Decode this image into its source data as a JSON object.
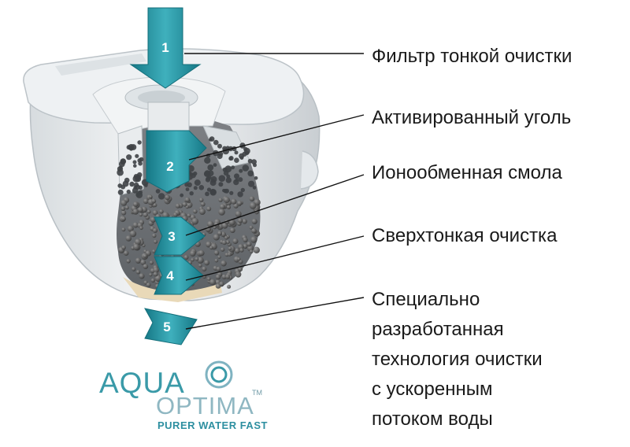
{
  "steps": [
    {
      "number": "1",
      "label": "Фильтр тонкой очистки"
    },
    {
      "number": "2",
      "label": "Активированный уголь"
    },
    {
      "number": "3",
      "label": "Ионообменная смола"
    },
    {
      "number": "4",
      "label": "Сверхтонкая очистка"
    },
    {
      "number": "5",
      "label_lines": [
        "Специально",
        "разработанная",
        "технология очистки",
        "с ускоренным",
        "потоком воды"
      ]
    }
  ],
  "logo": {
    "word1": "AQUA",
    "word2": "OPTIMA",
    "trademark": "TM",
    "tagline": "PURER WATER FAST"
  },
  "colors": {
    "arrow": "#1f8794",
    "arrow_light": "#3fb0bd",
    "leader_line": "#111111",
    "brand_teal": "#3a9aa8"
  }
}
